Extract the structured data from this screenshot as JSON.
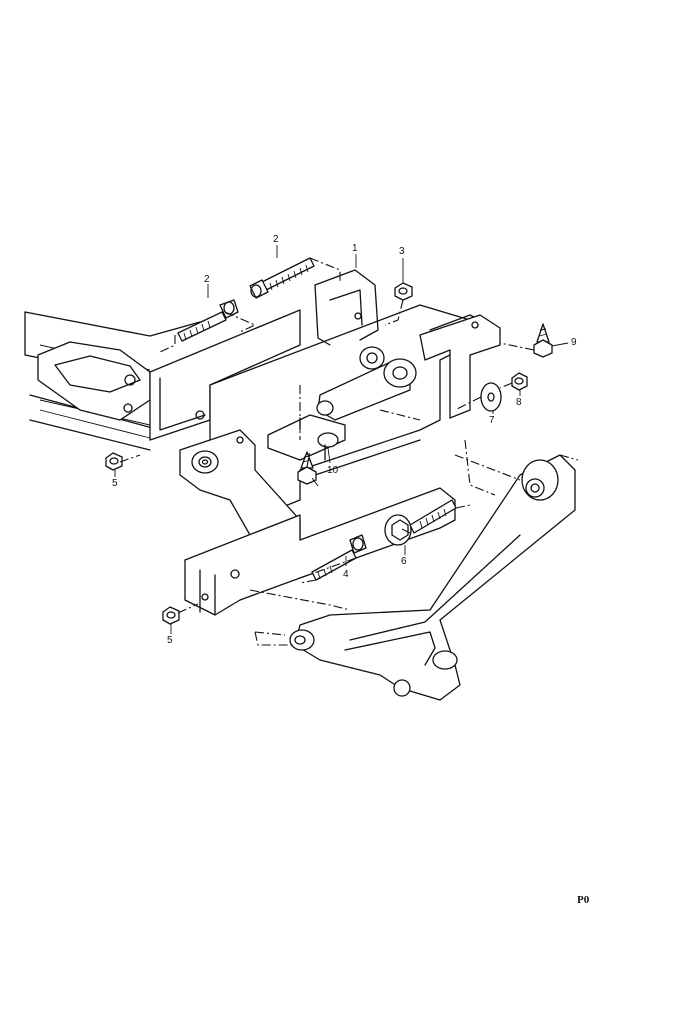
{
  "callouts": [
    {
      "id": "c1",
      "label": "1"
    },
    {
      "id": "c2a",
      "label": "2"
    },
    {
      "id": "c2b",
      "label": "2"
    },
    {
      "id": "c3",
      "label": "3"
    },
    {
      "id": "c4",
      "label": "4"
    },
    {
      "id": "c5a",
      "label": "5"
    },
    {
      "id": "c5b",
      "label": "5"
    },
    {
      "id": "c6",
      "label": "6"
    },
    {
      "id": "c7",
      "label": "7"
    },
    {
      "id": "c8",
      "label": "8"
    },
    {
      "id": "c9",
      "label": "9"
    },
    {
      "id": "c10",
      "label": "10"
    }
  ],
  "reference_mark": "P0"
}
